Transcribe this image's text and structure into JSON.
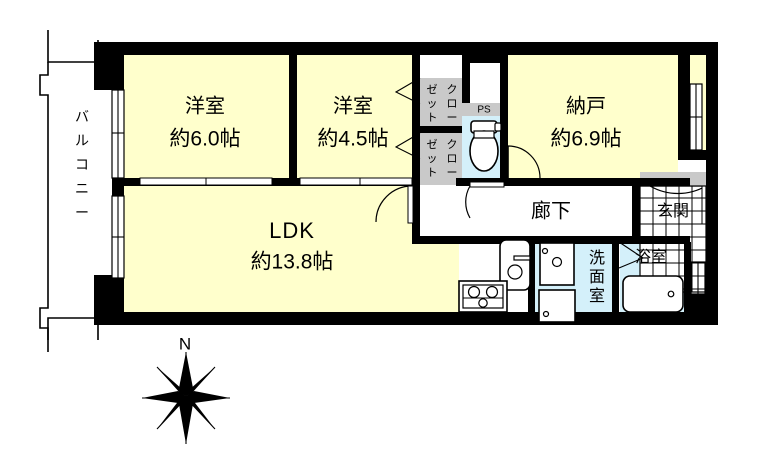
{
  "plan": {
    "title": "間取図",
    "colors": {
      "wall": "#000000",
      "room_fill": "#FFFFCC",
      "wet_area_fill": "#D4F0FA",
      "closet_fill": "#C9C9C9",
      "background": "#FFFFFF"
    }
  },
  "rooms": [
    {
      "id": "balcony",
      "name": "バルコニー",
      "chars": [
        "バ",
        "ル",
        "コ",
        "ニ",
        "ー"
      ],
      "area": "",
      "orientation": "vertical"
    },
    {
      "id": "bedroom1",
      "name": "洋室",
      "area": "約6.0帖",
      "orientation": "horizontal"
    },
    {
      "id": "bedroom2",
      "name": "洋室",
      "area": "約4.5帖",
      "orientation": "horizontal"
    },
    {
      "id": "storage",
      "name": "納戸",
      "area": "約6.9帖",
      "orientation": "horizontal"
    },
    {
      "id": "ldk",
      "name": "LDK",
      "area": "約13.8帖",
      "orientation": "horizontal"
    },
    {
      "id": "hallway",
      "name": "廊下",
      "area": "",
      "orientation": "horizontal"
    },
    {
      "id": "entrance",
      "name": "玄関",
      "area": "",
      "orientation": "horizontal"
    },
    {
      "id": "washroom",
      "name": "洗面室",
      "chars": [
        "洗",
        "面",
        "室"
      ],
      "area": "",
      "orientation": "vertical"
    },
    {
      "id": "bathroom",
      "name": "浴室",
      "area": "",
      "orientation": "horizontal"
    }
  ],
  "closets": [
    {
      "id": "closet-upper",
      "col_right": [
        "ク",
        "ロ",
        "ー"
      ],
      "col_left": [
        "ゼ",
        "ッ",
        "ト"
      ]
    },
    {
      "id": "closet-lower",
      "col_right": [
        "ク",
        "ロ",
        "ー"
      ],
      "col_left": [
        "ゼ",
        "ッ",
        "ト"
      ]
    }
  ],
  "annotations": {
    "pipe_shaft": "PS",
    "compass_north": "N"
  },
  "fixtures": [
    {
      "id": "toilet",
      "label": "toilet-fixture"
    },
    {
      "id": "kitchen-sink",
      "label": "sink-fixture"
    },
    {
      "id": "gas-stove",
      "label": "stove-fixture"
    },
    {
      "id": "vanity",
      "label": "vanity-fixture"
    },
    {
      "id": "washer-space",
      "label": "washing-machine-space"
    },
    {
      "id": "bathtub",
      "label": "bathtub-fixture"
    }
  ]
}
